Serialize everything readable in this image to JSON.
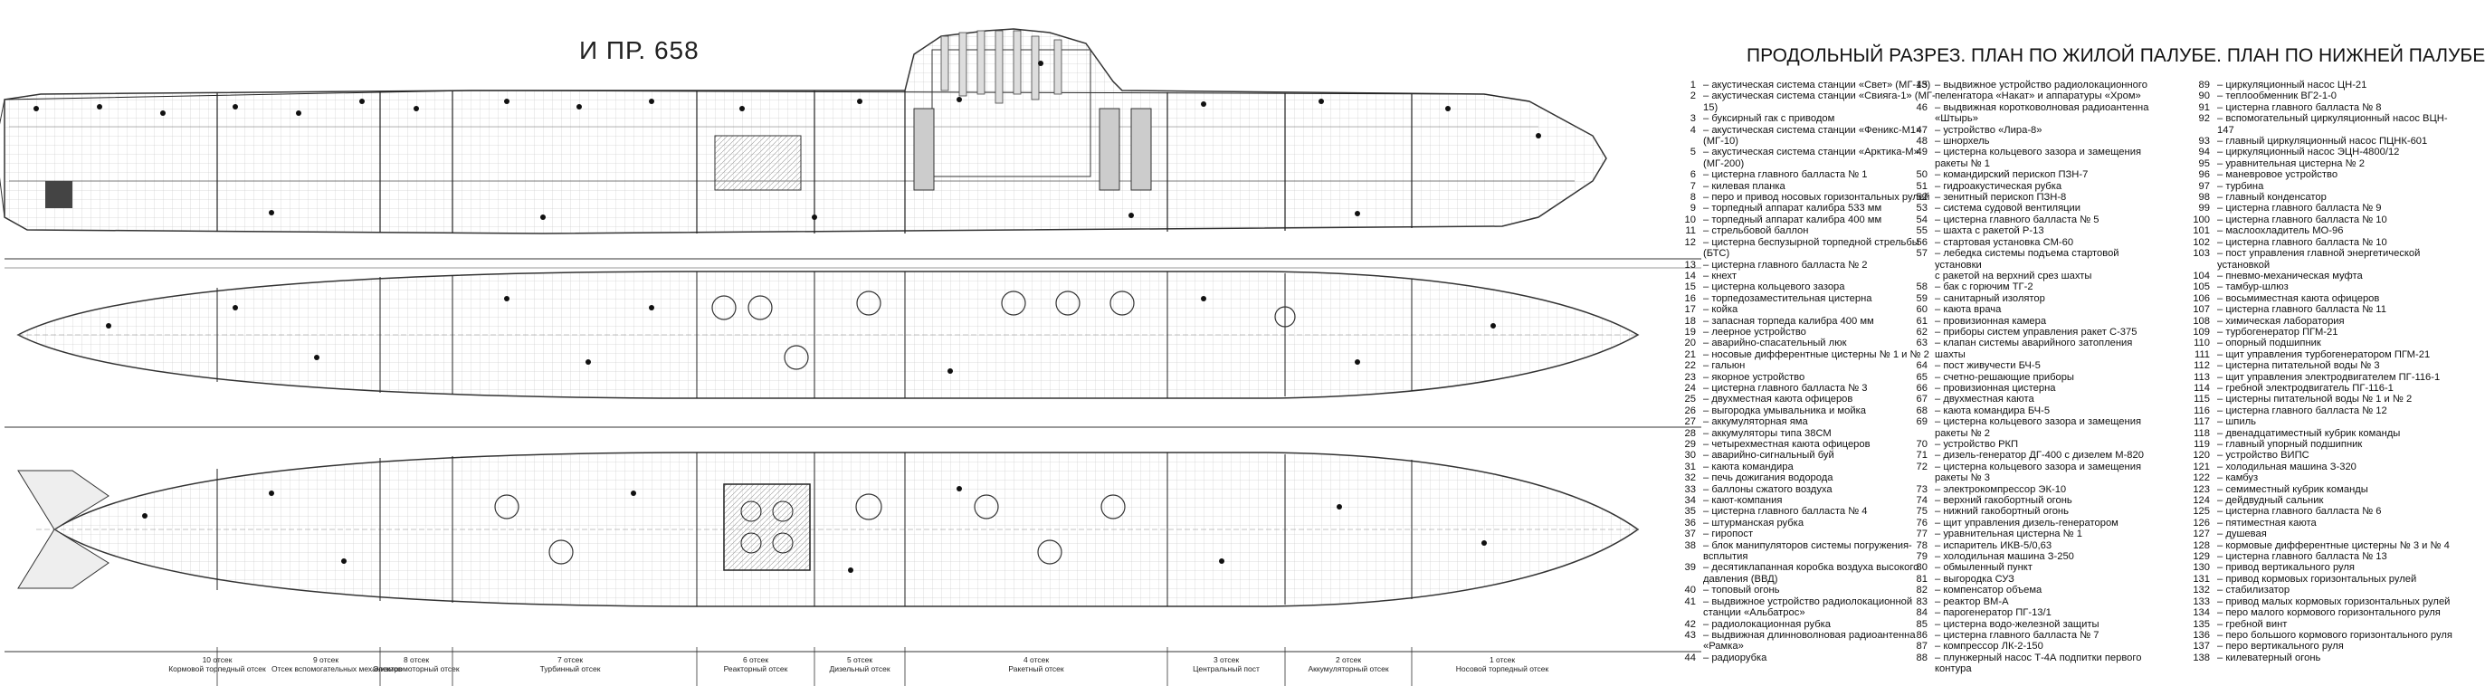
{
  "header": {
    "project_title": "И ПР. 658",
    "plan_title": "ПРОДОЛЬНЫЙ РАЗРЕЗ. ПЛАН ПО ЖИЛОЙ ПАЛУБЕ. ПЛАН ПО НИЖНЕЙ ПАЛУБЕ"
  },
  "compartments": [
    {
      "name": "10 отсек",
      "label": "Кормовой торпедный отсек"
    },
    {
      "name": "9 отсек",
      "label": "Отсек вспомогательных механизмов"
    },
    {
      "name": "8 отсек",
      "label": "Электромоторный отсек"
    },
    {
      "name": "7 отсек",
      "label": "Турбинный отсек"
    },
    {
      "name": "6 отсек",
      "label": "Реакторный отсек"
    },
    {
      "name": "5 отсек",
      "label": "Дизельный отсек"
    },
    {
      "name": "4 отсек",
      "label": "Ракетный отсек"
    },
    {
      "name": "3 отсек",
      "label": "Центральный пост"
    },
    {
      "name": "2 отсек",
      "label": "Аккумуляторный отсек"
    },
    {
      "name": "1 отсек",
      "label": "Носовой торпедный отсек"
    }
  ],
  "legend_col1": [
    {
      "n": "1",
      "t": "– акустическая система станции «Свет» (МГ-13)"
    },
    {
      "n": "2",
      "t": "– акустическая система станции «Свияга-1» (МГ-"
    },
    {
      "n": "",
      "t": "15)"
    },
    {
      "n": "3",
      "t": "– буксирный гак с приводом"
    },
    {
      "n": "4",
      "t": "– акустическая система станции «Феникс-М1»"
    },
    {
      "n": "",
      "t": "(МГ-10)"
    },
    {
      "n": "5",
      "t": "– акустическая система станции «Арктика-М»"
    },
    {
      "n": "",
      "t": "(МГ-200)"
    },
    {
      "n": "6",
      "t": "– цистерна главного балласта № 1"
    },
    {
      "n": "7",
      "t": "– килевая планка"
    },
    {
      "n": "8",
      "t": "– перо и привод носовых горизонтальных рулей"
    },
    {
      "n": "9",
      "t": "– торпедный аппарат калибра 533 мм"
    },
    {
      "n": "10",
      "t": "– торпедный аппарат калибра 400 мм"
    },
    {
      "n": "11",
      "t": "– стрельбовой баллон"
    },
    {
      "n": "12",
      "t": "– цистерна беспузырной торпедной стрельбы"
    },
    {
      "n": "",
      "t": "(БТС)"
    },
    {
      "n": "13",
      "t": "– цистерна главного балласта № 2"
    },
    {
      "n": "14",
      "t": "– кнехт"
    },
    {
      "n": "15",
      "t": "– цистерна кольцевого зазора"
    },
    {
      "n": "16",
      "t": "– торпедозаместительная цистерна"
    },
    {
      "n": "17",
      "t": "– койка"
    },
    {
      "n": "18",
      "t": "– запасная торпеда калибра 400 мм"
    },
    {
      "n": "19",
      "t": "– леерное устройство"
    },
    {
      "n": "20",
      "t": "– аварийно-спасательный люк"
    },
    {
      "n": "21",
      "t": "– носовые дифферентные цистерны № 1 и № 2"
    },
    {
      "n": "22",
      "t": "– гальюн"
    },
    {
      "n": "23",
      "t": "– якорное устройство"
    },
    {
      "n": "24",
      "t": "– цистерна главного балласта № 3"
    },
    {
      "n": "25",
      "t": "– двухместная каюта офицеров"
    },
    {
      "n": "26",
      "t": "– выгородка умывальника и мойка"
    },
    {
      "n": "27",
      "t": "– аккумуляторная яма"
    },
    {
      "n": "28",
      "t": "– аккумуляторы типа 38СМ"
    },
    {
      "n": "29",
      "t": "– четырехместная каюта офицеров"
    },
    {
      "n": "30",
      "t": "– аварийно-сигнальный буй"
    },
    {
      "n": "31",
      "t": "– каюта командира"
    },
    {
      "n": "32",
      "t": "– печь дожигания водорода"
    },
    {
      "n": "33",
      "t": "– баллоны сжатого воздуха"
    },
    {
      "n": "34",
      "t": "– кают-компания"
    },
    {
      "n": "35",
      "t": "– цистерна главного балласта № 4"
    },
    {
      "n": "36",
      "t": "– штурманская рубка"
    },
    {
      "n": "37",
      "t": "– гиропост"
    },
    {
      "n": "38",
      "t": "– блок манипуляторов системы погружения-"
    },
    {
      "n": "",
      "t": "всплытия"
    },
    {
      "n": "39",
      "t": "– десятиклапанная коробка воздуха высокого"
    },
    {
      "n": "",
      "t": "давления (ВВД)"
    },
    {
      "n": "40",
      "t": "– топовый огонь"
    },
    {
      "n": "41",
      "t": "– выдвижное устройство радиолокационной"
    },
    {
      "n": "",
      "t": "станции «Альбатрос»"
    },
    {
      "n": "42",
      "t": "– радиолокационная рубка"
    },
    {
      "n": "43",
      "t": "– выдвижная длинноволновая радиоантенна"
    },
    {
      "n": "",
      "t": "«Рамка»"
    },
    {
      "n": "44",
      "t": "– радиорубка"
    }
  ],
  "legend_col2": [
    {
      "n": "45",
      "t": "– выдвижное устройство радиолокационного"
    },
    {
      "n": "",
      "t": "пеленгатора «Накат» и аппаратуры «Хром»"
    },
    {
      "n": "46",
      "t": "– выдвижная коротковолновая радиоантенна"
    },
    {
      "n": "",
      "t": "«Штырь»"
    },
    {
      "n": "47",
      "t": "– устройство «Лира-8»"
    },
    {
      "n": "48",
      "t": "– шнорхель"
    },
    {
      "n": "49",
      "t": "– цистерна кольцевого зазора и замещения"
    },
    {
      "n": "",
      "t": "ракеты № 1"
    },
    {
      "n": "50",
      "t": "– командирский перископ ПЗН-7"
    },
    {
      "n": "51",
      "t": "– гидроакустическая рубка"
    },
    {
      "n": "52",
      "t": "– зенитный перископ ПЗН-8"
    },
    {
      "n": "53",
      "t": "– система судовой вентиляции"
    },
    {
      "n": "54",
      "t": "– цистерна главного балласта № 5"
    },
    {
      "n": "55",
      "t": "– шахта с ракетой Р-13"
    },
    {
      "n": "56",
      "t": "– стартовая установка СМ-60"
    },
    {
      "n": "57",
      "t": "– лебедка системы подъема стартовой"
    },
    {
      "n": "",
      "t": "установки"
    },
    {
      "n": "",
      "t": "с ракетой на верхний срез шахты"
    },
    {
      "n": "58",
      "t": "– бак с горючим ТГ-2"
    },
    {
      "n": "59",
      "t": "– санитарный изолятор"
    },
    {
      "n": "60",
      "t": "– каюта врача"
    },
    {
      "n": "61",
      "t": "– провизионная камера"
    },
    {
      "n": "62",
      "t": "– приборы систем управления ракет С-375"
    },
    {
      "n": "63",
      "t": "– клапан системы аварийного затопления"
    },
    {
      "n": "",
      "t": "шахты"
    },
    {
      "n": "64",
      "t": "– пост живучести БЧ-5"
    },
    {
      "n": "65",
      "t": "– счетно-решающие приборы"
    },
    {
      "n": "66",
      "t": "– провизионная цистерна"
    },
    {
      "n": "67",
      "t": "– двухместная каюта"
    },
    {
      "n": "68",
      "t": "– каюта командира БЧ-5"
    },
    {
      "n": "69",
      "t": "– цистерна кольцевого зазора и замещения"
    },
    {
      "n": "",
      "t": "ракеты № 2"
    },
    {
      "n": "70",
      "t": "– устройство РКП"
    },
    {
      "n": "71",
      "t": "– дизель-генератор ДГ-400 с дизелем М-820"
    },
    {
      "n": "72",
      "t": "– цистерна кольцевого зазора и замещения"
    },
    {
      "n": "",
      "t": "ракеты № 3"
    },
    {
      "n": "73",
      "t": "– электрокомпрессор ЭК-10"
    },
    {
      "n": "74",
      "t": "– верхний гакобортный огонь"
    },
    {
      "n": "75",
      "t": "– нижний гакобортный огонь"
    },
    {
      "n": "76",
      "t": "– щит управления дизель-генератором"
    },
    {
      "n": "77",
      "t": "– уравнительная цистерна № 1"
    },
    {
      "n": "78",
      "t": "– испаритель ИКВ-5/0,63"
    },
    {
      "n": "79",
      "t": "– холодильная машина З-250"
    },
    {
      "n": "80",
      "t": "– обмыленный пункт"
    },
    {
      "n": "81",
      "t": "– выгородка СУЗ"
    },
    {
      "n": "82",
      "t": "– компенсатор объема"
    },
    {
      "n": "83",
      "t": "– реактор ВМ-А"
    },
    {
      "n": "84",
      "t": "– парогенератор ПГ-13/1"
    },
    {
      "n": "85",
      "t": "– цистерна водо-железной защиты"
    },
    {
      "n": "86",
      "t": "– цистерна главного балласта № 7"
    },
    {
      "n": "87",
      "t": "– компрессор ЛК-2-150"
    },
    {
      "n": "88",
      "t": "– плунжерный насос Т-4А подпитки первого"
    },
    {
      "n": "",
      "t": "контура"
    }
  ],
  "legend_col3": [
    {
      "n": "89",
      "t": "– циркуляционный насос ЦН-21"
    },
    {
      "n": "90",
      "t": "– теплообменник ВГ2-1-0"
    },
    {
      "n": "91",
      "t": "– цистерна главного балласта № 8"
    },
    {
      "n": "92",
      "t": "– вспомогательный циркуляционный насос ВЦН-"
    },
    {
      "n": "",
      "t": "147"
    },
    {
      "n": "93",
      "t": "– главный циркуляционный насос ПЦНК-601"
    },
    {
      "n": "94",
      "t": "– циркуляционный насос ЭЦН-4800/12"
    },
    {
      "n": "95",
      "t": "– уравнительная цистерна № 2"
    },
    {
      "n": "96",
      "t": "– маневровое устройство"
    },
    {
      "n": "97",
      "t": "– турбина"
    },
    {
      "n": "98",
      "t": "– главный конденсатор"
    },
    {
      "n": "99",
      "t": "– цистерна главного балласта № 9"
    },
    {
      "n": "100",
      "t": "– цистерна главного балласта № 10"
    },
    {
      "n": "101",
      "t": "– маслоохладитель МО-96"
    },
    {
      "n": "102",
      "t": "– цистерна главного балласта № 10"
    },
    {
      "n": "103",
      "t": "– пост управления главной энергетической"
    },
    {
      "n": "",
      "t": "установкой"
    },
    {
      "n": "104",
      "t": "– пневмо-механическая муфта"
    },
    {
      "n": "105",
      "t": "– тамбур-шлюз"
    },
    {
      "n": "106",
      "t": "– восьмиместная каюта офицеров"
    },
    {
      "n": "107",
      "t": "– цистерна главного балласта № 11"
    },
    {
      "n": "108",
      "t": "– химическая лаборатория"
    },
    {
      "n": "109",
      "t": "– турбогенератор ПГМ-21"
    },
    {
      "n": "110",
      "t": "– опорный подшипник"
    },
    {
      "n": "111",
      "t": "– щит управления турбогенератором ПГМ-21"
    },
    {
      "n": "112",
      "t": "– цистерна питательной воды № 3"
    },
    {
      "n": "113",
      "t": "– щит управления электродвигателем ПГ-116-1"
    },
    {
      "n": "114",
      "t": "– гребной электродвигатель ПГ-116-1"
    },
    {
      "n": "115",
      "t": "– цистерны питательной воды № 1 и № 2"
    },
    {
      "n": "116",
      "t": "– цистерна главного балласта № 12"
    },
    {
      "n": "117",
      "t": "– шпиль"
    },
    {
      "n": "118",
      "t": "– двенадцатиместный кубрик команды"
    },
    {
      "n": "119",
      "t": "– главный упорный подшипник"
    },
    {
      "n": "120",
      "t": "– устройство ВИПС"
    },
    {
      "n": "121",
      "t": "– холодильная машина З-320"
    },
    {
      "n": "122",
      "t": "– камбуз"
    },
    {
      "n": "123",
      "t": "– семиместный кубрик команды"
    },
    {
      "n": "124",
      "t": "– дейдвудный сальник"
    },
    {
      "n": "125",
      "t": "– цистерна главного балласта № 6"
    },
    {
      "n": "126",
      "t": "– пятиместная каюта"
    },
    {
      "n": "127",
      "t": "– душевая"
    },
    {
      "n": "128",
      "t": "– кормовые дифферентные цистерны № 3 и № 4"
    },
    {
      "n": "129",
      "t": "– цистерна главного балласта № 13"
    },
    {
      "n": "130",
      "t": "– привод вертикального руля"
    },
    {
      "n": "131",
      "t": "– привод кормовых горизонтальных рулей"
    },
    {
      "n": "132",
      "t": "– стабилизатор"
    },
    {
      "n": "133",
      "t": "– привод малых кормовых горизонтальных рулей"
    },
    {
      "n": "134",
      "t": "– перо малого кормового горизонтального руля"
    },
    {
      "n": "135",
      "t": "– гребной винт"
    },
    {
      "n": "136",
      "t": "– перо большого кормового горизонтального руля"
    },
    {
      "n": "137",
      "t": "– перо вертикального руля"
    },
    {
      "n": "138",
      "t": "– килеватерный огонь"
    }
  ]
}
